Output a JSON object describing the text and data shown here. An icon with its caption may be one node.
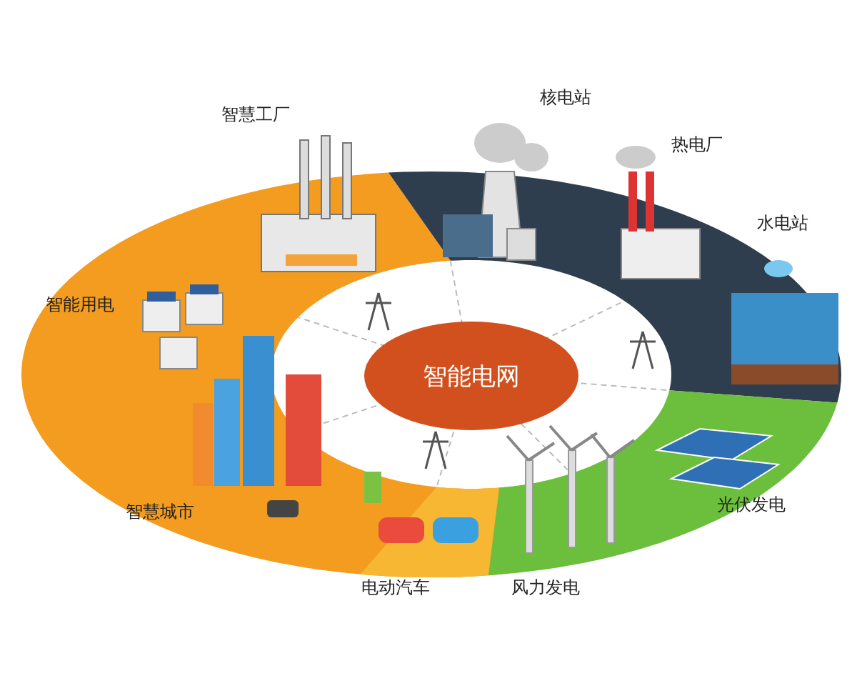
{
  "diagram": {
    "nodes": [
      {
        "text": [
          "智能电网"
        ]
      }
    ],
    "labels": [
      "核电站",
      "智慧工厂",
      "热电厂",
      "水电站",
      "智能用电",
      "光伏发电",
      "智慧城市",
      "电动汽车",
      "风力发电"
    ]
  }
}
